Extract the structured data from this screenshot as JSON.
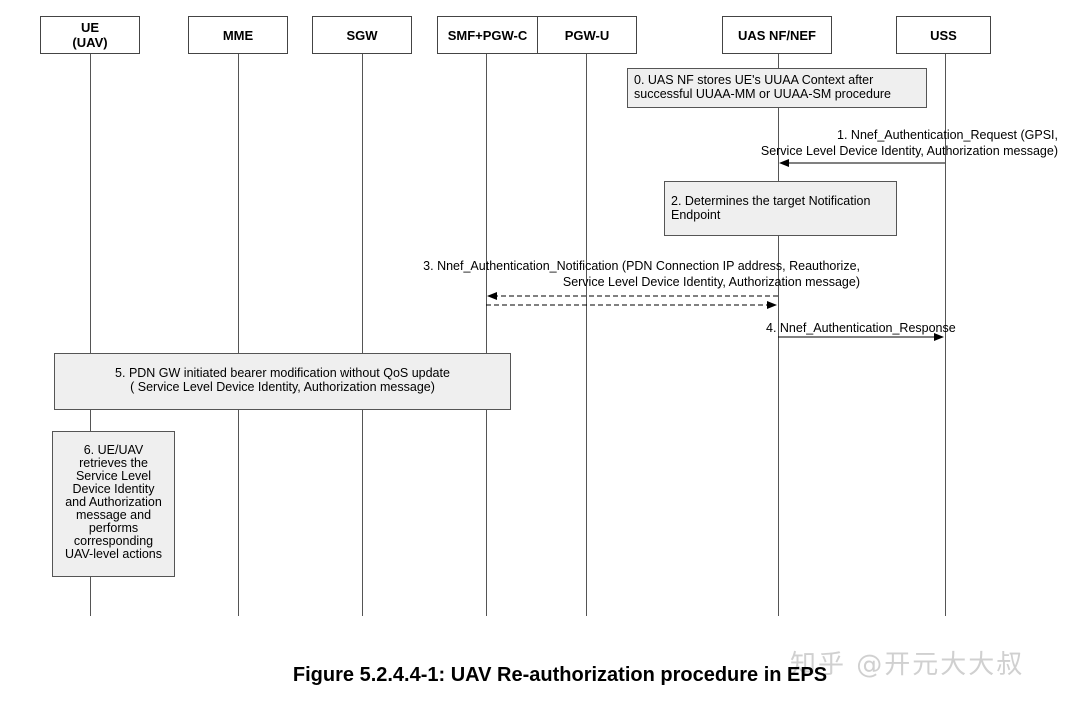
{
  "entities": {
    "ue": "UE\n(UAV)",
    "mme": "MME",
    "sgw": "SGW",
    "smf_pgw_c": "SMF+PGW-C",
    "pgw_u": "PGW-U",
    "uas_nf": "UAS NF/NEF",
    "uss": "USS"
  },
  "steps": {
    "step0": "0. UAS NF stores UE's UUAA Context after\nsuccessful UUAA-MM or UUAA-SM procedure",
    "step1": "1. Nnef_Authentication_Request (GPSI,\nService Level Device Identity, Authorization message)",
    "step2": "2. Determines the target Notification\nEndpoint",
    "step3": "3. Nnef_Authentication_Notification (PDN Connection IP address, Reauthorize,\nService Level Device Identity, Authorization message)",
    "step4": "4. Nnef_Authentication_Response",
    "step5": "5. PDN GW initiated bearer modification without QoS update\n( Service Level Device Identity, Authorization message)",
    "step6": "6. UE/UAV\nretrieves the\nService Level\nDevice Identity\nand Authorization\nmessage and\nperforms\ncorresponding\nUAV-level actions"
  },
  "caption": "Figure 5.2.4.4-1: UAV Re-authorization procedure in EPS",
  "watermark": "知乎 @开元大大叔"
}
